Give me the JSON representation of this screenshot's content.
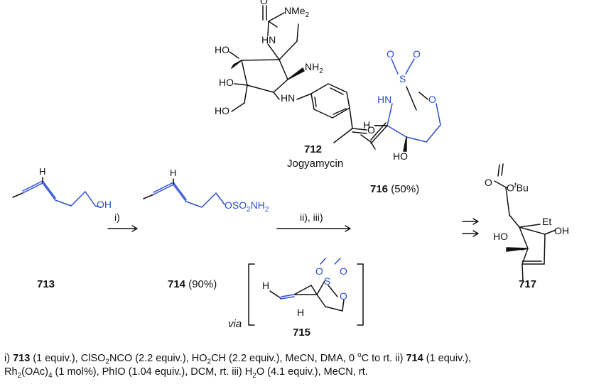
{
  "colors": {
    "black": "#111111",
    "blue": "#2b4fd6"
  },
  "top": {
    "number": "712",
    "name": "Jogyamycin"
  },
  "compounds": {
    "c713": {
      "number": "713"
    },
    "c714": {
      "number": "714",
      "yield": "(90%)"
    },
    "c716": {
      "number": "716",
      "yield": "(50%)"
    },
    "c717": {
      "number": "717"
    },
    "c715": {
      "number": "715",
      "via": "via"
    }
  },
  "arrows": {
    "step1": "i)",
    "step2": "ii), iii)"
  },
  "atoms": {
    "nme2": "NMe",
    "nme2_sub": "2",
    "nh": "HN",
    "ho1": "HO",
    "ho2": "HO",
    "ho3": "HO",
    "nh2": "NH",
    "nh2_sub": "2",
    "hn_aryl": "HN",
    "o": "O",
    "h": "H",
    "oh": "OH",
    "oso2nh2": "OSO",
    "s": "S",
    "n": "N",
    "obu": "O",
    "tbu_t": "t",
    "tbu": "Bu",
    "et": "Et"
  },
  "caption": {
    "line1": [
      {
        "t": "i) ",
        "s": ""
      },
      {
        "t": "713",
        "s": "b"
      },
      {
        "t": " (1 equiv.), ClSO",
        "s": ""
      },
      {
        "t": "2",
        "s": "sub"
      },
      {
        "t": "NCO (2.2 equiv.), HO",
        "s": ""
      },
      {
        "t": "2",
        "s": "sub"
      },
      {
        "t": "CH (2.2 equiv.), MeCN, DMA, 0 ",
        "s": ""
      },
      {
        "t": "o",
        "s": "sup"
      },
      {
        "t": "C to rt. ii) ",
        "s": ""
      },
      {
        "t": "714",
        "s": "b"
      },
      {
        "t": " (1 equiv.),",
        "s": ""
      }
    ],
    "line2": [
      {
        "t": "Rh",
        "s": ""
      },
      {
        "t": "2",
        "s": "sub"
      },
      {
        "t": "(OAc)",
        "s": ""
      },
      {
        "t": "4",
        "s": "sub"
      },
      {
        "t": " (1 mol%), PhIO (1.04 equiv.), DCM, rt. iii) H",
        "s": ""
      },
      {
        "t": "2",
        "s": "sub"
      },
      {
        "t": "O (4.1 equiv.), MeCN, rt.",
        "s": ""
      }
    ]
  }
}
